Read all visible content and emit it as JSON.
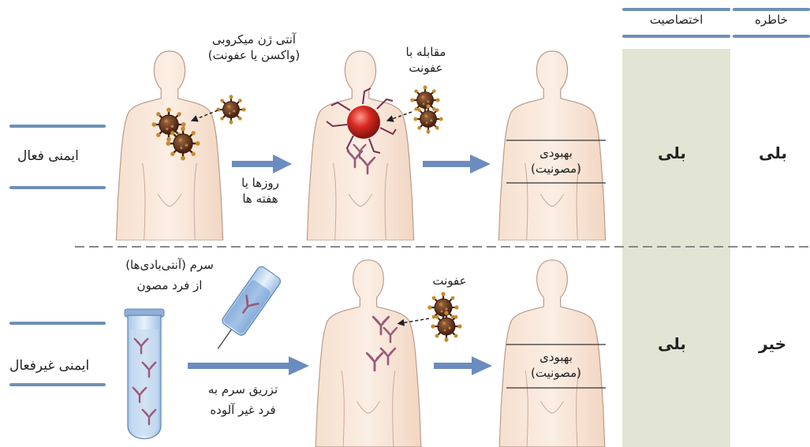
{
  "header": {
    "memory": "خاطره",
    "specificity": "اختصاصیت"
  },
  "active": {
    "row_label": "ایمنی فعال",
    "antigen_label_line1": "آنتی ژن میکروبی",
    "antigen_label_line2": "(واکسن یا عفونت)",
    "time_line1": "روزها یا",
    "time_line2": "هفته ها",
    "fight_line1": "مقابله با",
    "fight_line2": "عفونت",
    "recovery_line1": "بهبودی",
    "recovery_line2": "(مصونیت)",
    "specificity": "بلی",
    "memory": "بلی"
  },
  "passive": {
    "row_label": "ایمنی غیرفعال",
    "serum_line1": "سرم (آنتی‌بادی‌ها)",
    "serum_line2": "از فرد مصون",
    "inject_line1": "تزریق سرم به",
    "inject_line2": "فرد غیر آلوده",
    "infection": "عفونت",
    "recovery_line1": "بهبودی",
    "recovery_line2": "(مصونیت)",
    "specificity": "بلی",
    "memory": "خیر"
  },
  "colors": {
    "arrow": "#6b8cbf",
    "column_bg": "#e2e5d4",
    "virus": "#6b3a1e",
    "antibody": "#9a5a78",
    "cell": "#c0201c"
  }
}
